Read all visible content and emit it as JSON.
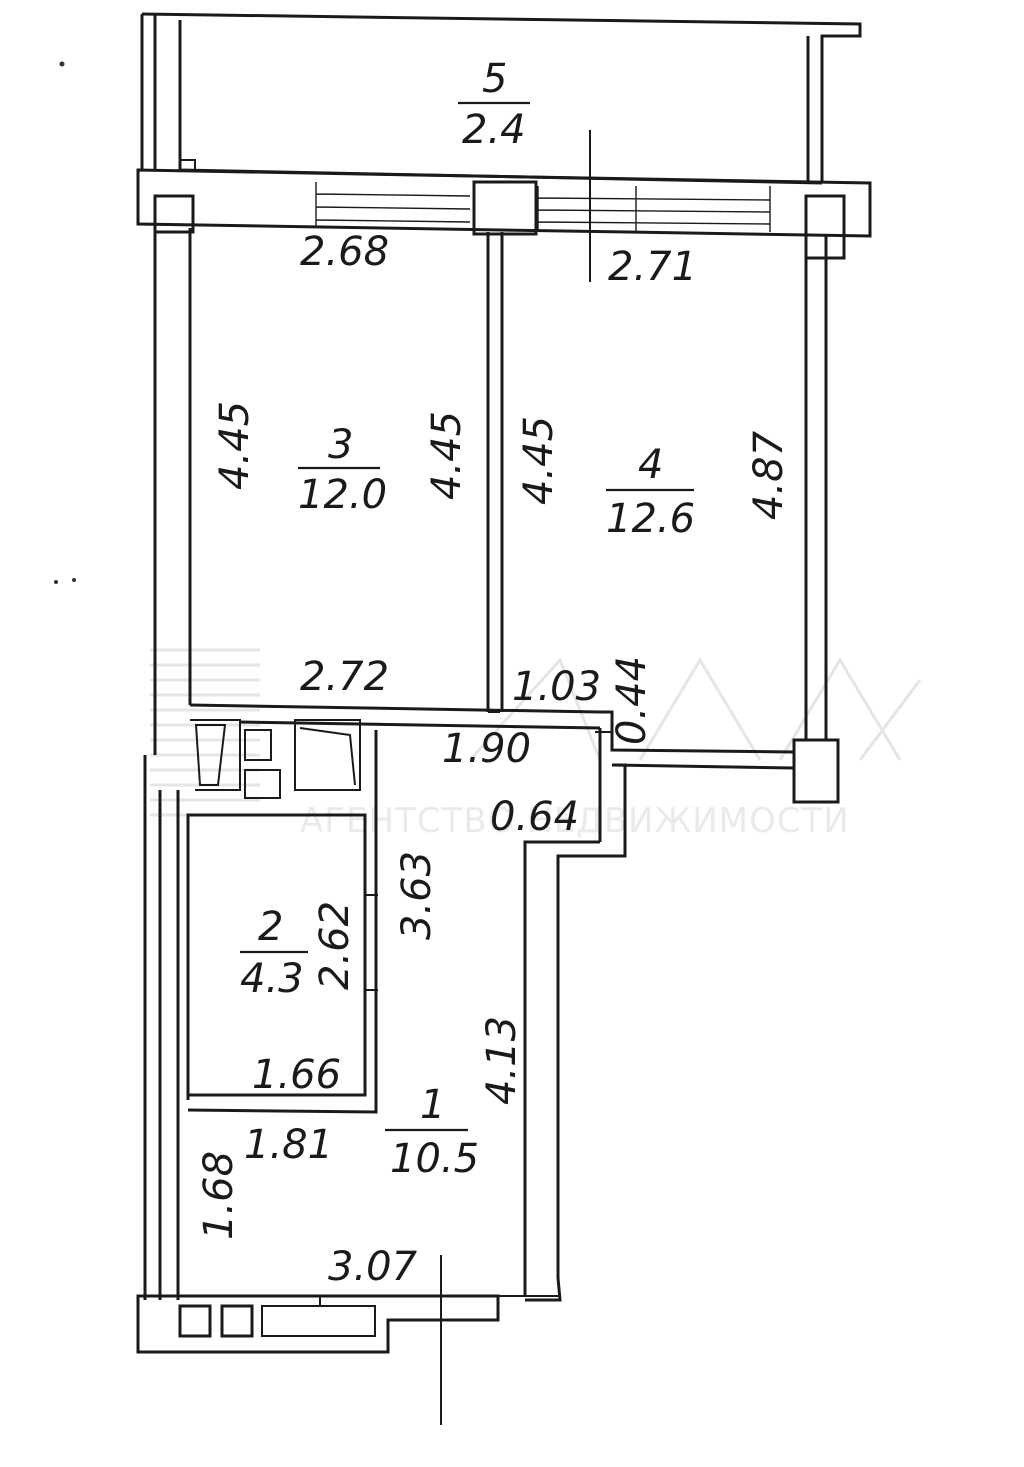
{
  "rooms": [
    {
      "id": "1",
      "number": "1",
      "area": "10.5"
    },
    {
      "id": "2",
      "number": "2",
      "area": "4.3"
    },
    {
      "id": "3",
      "number": "3",
      "area": "12.0"
    },
    {
      "id": "4",
      "number": "4",
      "area": "12.6"
    },
    {
      "id": "5",
      "number": "5",
      "area": "2.4"
    }
  ],
  "dimensions": {
    "room3_top": "2.68",
    "room4_top": "2.71",
    "room3_left": "4.45",
    "room3_right": "4.45",
    "room4_left": "4.45",
    "room4_right": "4.87",
    "room3_bottom": "2.72",
    "room4_bottom": "1.03",
    "niche_width": "0.44",
    "hall_top": "1.90",
    "hall_small": "0.64",
    "hall_left": "3.63",
    "bath_height": "2.62",
    "bath_width": "1.66",
    "hall_long": "4.13",
    "entry_width": "1.81",
    "entry_height": "1.68",
    "entry_bottom": "3.07"
  },
  "watermark": "АГЕНТСТВО НЕДВИЖИМОСТИ"
}
